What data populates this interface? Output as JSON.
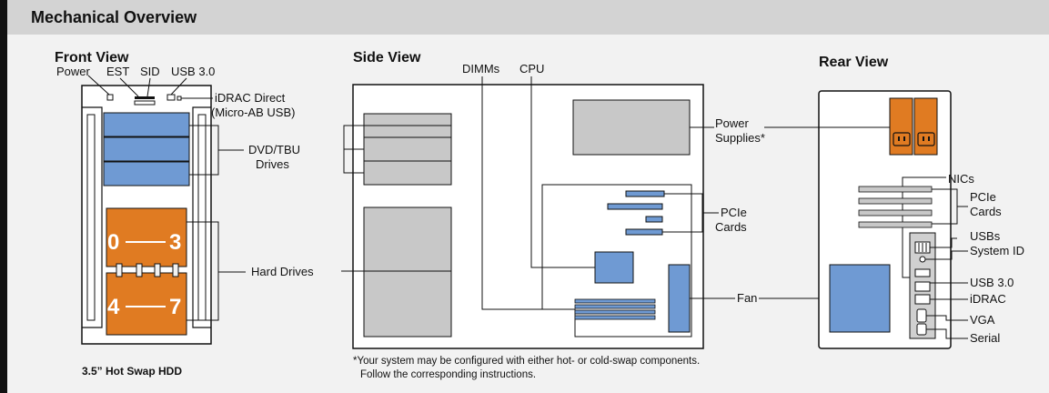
{
  "title": "Mechanical Overview",
  "front": {
    "heading": "Front View",
    "top_labels": {
      "power": "Power",
      "est": "EST",
      "sid": "SID",
      "usb": "USB 3.0"
    },
    "idrac_line1": "iDRAC Direct",
    "idrac_line2": "(Micro-AB USB)",
    "dvd_line1": "DVD/TBU",
    "dvd_line2": "Drives",
    "drive_top": {
      "from": "0",
      "to": "3"
    },
    "drive_bottom": {
      "from": "4",
      "to": "7"
    },
    "hard_drives": "Hard Drives",
    "caption": "3.5” Hot Swap HDD"
  },
  "side": {
    "heading": "Side View",
    "dimms": "DIMMs",
    "cpu": "CPU",
    "power_line1": "Power",
    "power_line2": "Supplies*",
    "pcie_line1": "PCIe",
    "pcie_line2": "Cards",
    "fan": "Fan",
    "footnote_line1": "*Your system may be configured with either hot- or cold-swap components.",
    "footnote_line2": "Follow the corresponding instructions."
  },
  "rear": {
    "heading": "Rear View",
    "nics": "NICs",
    "pcie_line1": "PCIe",
    "pcie_line2": "Cards",
    "usbs": "USBs",
    "system_id": "System ID",
    "usb3": "USB 3.0",
    "idrac": "iDRAC",
    "vga": "VGA",
    "serial": "Serial"
  },
  "colors": {
    "blue": "#6f9ad3",
    "orange": "#e07b22",
    "gray": "#c8c8c8",
    "dark": "#111111"
  }
}
